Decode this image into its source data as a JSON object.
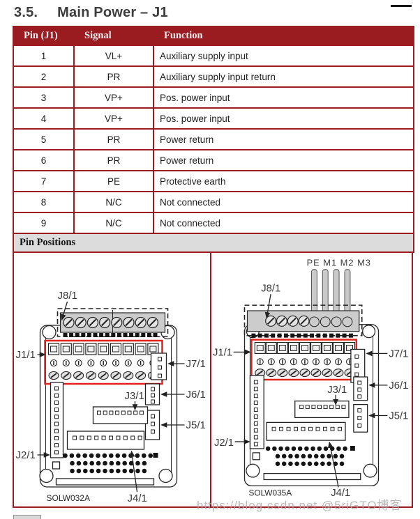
{
  "title": {
    "number": "3.5.",
    "text": "Main Power – J1"
  },
  "pin_table": {
    "headers": [
      "Pin (J1)",
      "Signal",
      "Function"
    ],
    "rows": [
      {
        "pin": "1",
        "signal": "VL+",
        "function": "Auxiliary supply input"
      },
      {
        "pin": "2",
        "signal": "PR",
        "function": "Auxiliary supply input return"
      },
      {
        "pin": "3",
        "signal": "VP+",
        "function": "Pos. power input"
      },
      {
        "pin": "4",
        "signal": "VP+",
        "function": "Pos. power input"
      },
      {
        "pin": "5",
        "signal": "PR",
        "function": "Power return"
      },
      {
        "pin": "6",
        "signal": "PR",
        "function": "Power return"
      },
      {
        "pin": "7",
        "signal": "PE",
        "function": "Protective earth"
      },
      {
        "pin": "8",
        "signal": "N/C",
        "function": "Not connected"
      },
      {
        "pin": "9",
        "signal": "N/C",
        "function": "Not connected"
      }
    ],
    "section_label": "Pin Positions"
  },
  "diagrams": {
    "left": {
      "caption": "SOLW032A",
      "labels": {
        "j8": "J8/1",
        "j1": "J1/1",
        "j2": "J2/1",
        "j3": "J3/1",
        "j4": "J4/1",
        "j5": "J5/1",
        "j6": "J6/1",
        "j7": "J7/1"
      }
    },
    "right": {
      "caption": "SOLW035A",
      "wire_labels": "PE M1 M2 M3",
      "labels": {
        "j8": "J8/1",
        "j1": "J1/1",
        "j2": "J2/1",
        "j3": "J3/1",
        "j4": "J4/1",
        "j5": "J5/1",
        "j6": "J6/1",
        "j7": "J7/1"
      }
    }
  },
  "watermark": "https://blog.csdn.net @5riGTO博客",
  "colors": {
    "table_red": "#9B1C20",
    "highlight_red": "#E3231B",
    "section_gray": "#DCDCDC",
    "connector_gray": "#C9C9C9",
    "title_gray": "#3D3D3D",
    "watermark_gray": "#A8A8A8"
  }
}
